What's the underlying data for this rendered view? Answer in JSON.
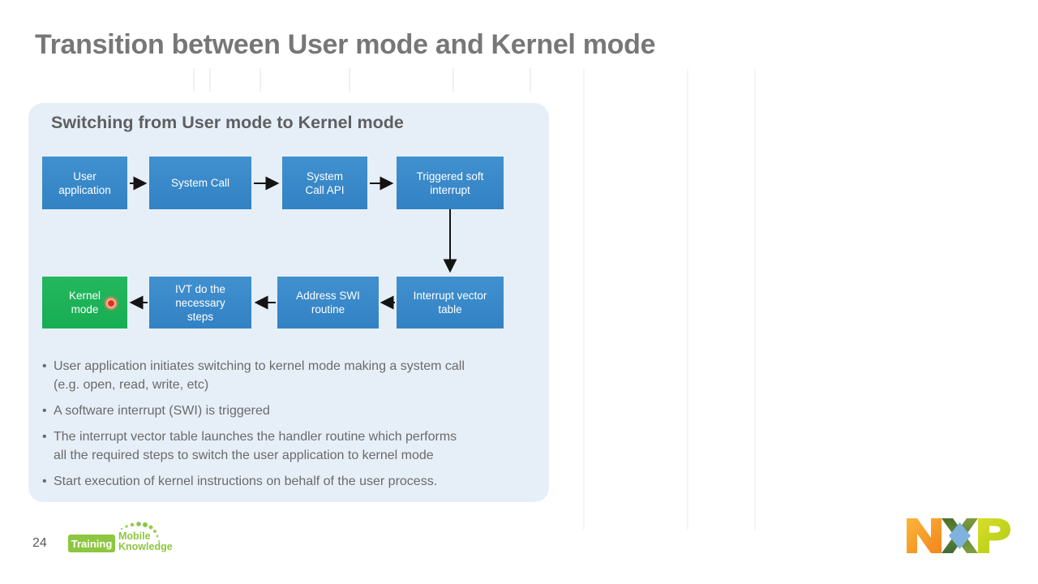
{
  "slide": {
    "title": "Transition between User mode and Kernel mode"
  },
  "panel": {
    "heading": "Switching from User mode to Kernel mode",
    "bullet_char": "•",
    "bullets": [
      "User application initiates switching to kernel mode making a system call\n(e.g. open, read, write, etc)",
      "A software interrupt (SWI) is triggered",
      "The interrupt vector table launches the handler routine which performs\nall the required steps to switch the user application to kernel mode",
      "Start execution of kernel instructions on behalf of the user process."
    ],
    "diagram": {
      "boxes": [
        {
          "label": "User\napplication",
          "color": "blue"
        },
        {
          "label": "System Call",
          "color": "blue"
        },
        {
          "label": "System\nCall API",
          "color": "blue"
        },
        {
          "label": "Triggered soft\ninterrupt",
          "color": "blue"
        },
        {
          "label": "Interrupt vector\ntable",
          "color": "blue"
        },
        {
          "label": "Address SWI\nroutine",
          "color": "blue"
        },
        {
          "label": "IVT do the\nnecessary\nsteps",
          "color": "blue"
        },
        {
          "label": "Kernel\nmode",
          "color": "green"
        }
      ],
      "flow_top": [
        "User application",
        "System Call",
        "System Call API",
        "Triggered soft interrupt"
      ],
      "flow_bottom": [
        "Interrupt vector table",
        "Address SWI routine",
        "IVT do the necessary steps",
        "Kernel mode"
      ]
    }
  },
  "footer": {
    "page_number": "24",
    "training_badge": "Training",
    "brand_line1": "Mobile",
    "brand_line2": "Knowledge",
    "nxp": "NXP"
  },
  "colors": {
    "title_gray": "#777777",
    "panel_bg": "#e6eff8",
    "box_blue": "#3787c9",
    "box_green": "#1fb45a",
    "arrow_black": "#141414",
    "bullet_gray": "#6a6a6a",
    "brand_green": "#8dc63f",
    "nxp_orange": "#f6921e",
    "nxp_lime": "#c8d420",
    "nxp_blue": "#7fb2de",
    "cursor_red": "#d93123"
  }
}
